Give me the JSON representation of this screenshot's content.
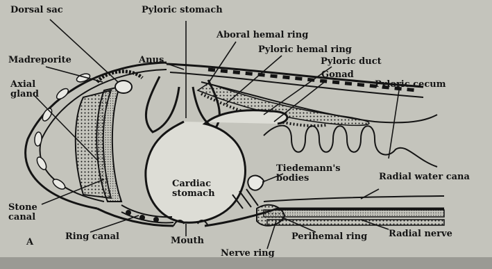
{
  "labels": {
    "dorsal_sac": "Dorsal sac",
    "pyloric_stomach": "Pyloric stomach",
    "aboral_hemal_ring": "Aboral hemal ring",
    "madreporite": "Madreporite",
    "anus": "Anus",
    "pyloric_hemal_ring": "Pyloric hemal ring",
    "pyloric_duct": "Pyloric duct",
    "gonad": "Gonad",
    "axial_gland_1": "Axial",
    "axial_gland_2": "gland",
    "pyloric_cecum": "Pyloric cecum",
    "tiedemanns_1": "Tiedemann's",
    "tiedemanns_2": "bodies",
    "cardiac_1": "Cardiac",
    "cardiac_2": "stomach",
    "radial_water_canal": "Radial water cana",
    "stone_canal_1": "Stone",
    "stone_canal_2": "canal",
    "figure_letter": "A",
    "ring_canal": "Ring canal",
    "mouth": "Mouth",
    "perihemal_ring": "Perihemal ring",
    "radial_nerve": "Radial nerve",
    "nerve_ring": "Nerve ring"
  },
  "colors": {
    "background": "#c4c4bc",
    "outer_band": "#9a9a94",
    "ink": "#141414",
    "tissue_fill": "#e9e9e4"
  }
}
